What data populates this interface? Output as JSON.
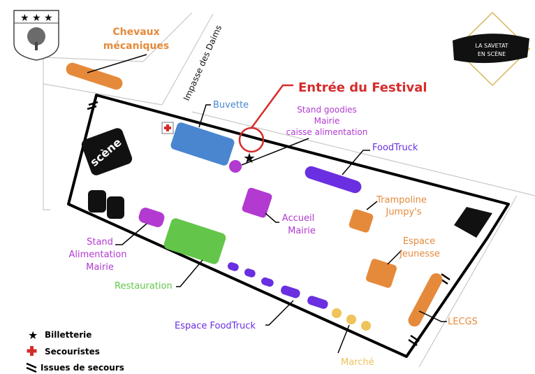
{
  "colors": {
    "outline": "#000000",
    "blue": "#4a86d0",
    "purple": "#b23ad1",
    "indigo": "#6a2fe0",
    "green": "#63c64a",
    "orange": "#e58a3b",
    "yellow": "#eec35a",
    "red": "#d62b2b",
    "road": "#d9d9d9"
  },
  "logo": {
    "stars": 3,
    "icon": "tree-shield-icon"
  },
  "festival_logo": {
    "text_line1": "LA SAVETAT",
    "text_line2": "EN SCÈNE",
    "icon": "diamond-brush-icon"
  },
  "labels": {
    "chevaux_line1": "Chevaux",
    "chevaux_line2": "mécaniques",
    "impasse": "Impasse des Daims",
    "entree": "Entrée du Festival",
    "buvette": "Buvette",
    "goodies_line1": "Stand goodies",
    "goodies_line2": "Mairie",
    "goodies_line3": "caisse alimentation",
    "foodtruck": "FoodTruck",
    "scene": "scène",
    "accueil_line1": "Accueil",
    "accueil_line2": "Mairie",
    "trampoline_line1": "Trampoline",
    "trampoline_line2": "Jumpy's",
    "stand_line1": "Stand",
    "stand_line2": "Alimentation",
    "stand_line3": "Mairie",
    "espace_jeunesse_line1": "Espace",
    "espace_jeunesse_line2": "Jeunesse",
    "restauration": "Restauration",
    "lecgs": "LECGS",
    "espace_foodtruck": "Espace FoodTruck",
    "marche": "Marché"
  },
  "legend": {
    "billetterie": "Billetterie",
    "secouristes": "Secouristes",
    "issues": "Issues de secours"
  }
}
